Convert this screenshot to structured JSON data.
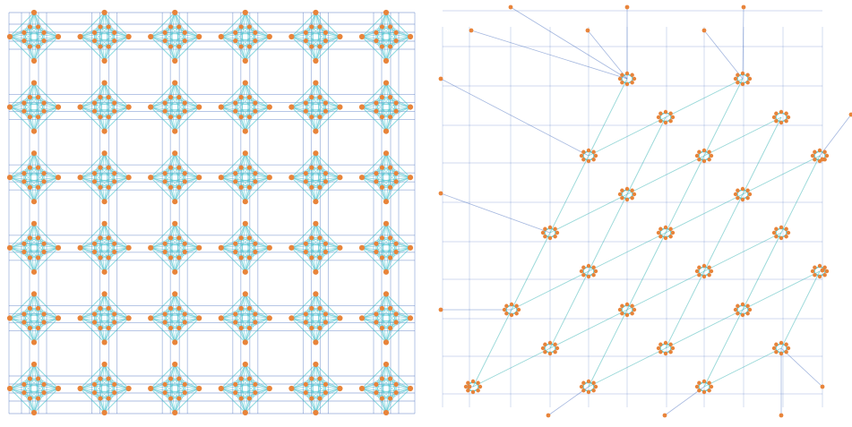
{
  "figure": {
    "panels": [
      {
        "id": "grid-layout",
        "tiles_rows": 6,
        "tiles_cols": 6,
        "nodes_per_tile": 12
      },
      {
        "id": "skewed-layout",
        "tiles_rows": 6,
        "tiles_cols": 6,
        "nodes_per_tile": 12
      }
    ]
  },
  "colors": {
    "node": "#e8843a",
    "intra_edge": "#3fc0cc",
    "inter_edge": "#4a6fbf",
    "diagonal_edge": "#3fb6b6",
    "background": "#ffffff"
  }
}
